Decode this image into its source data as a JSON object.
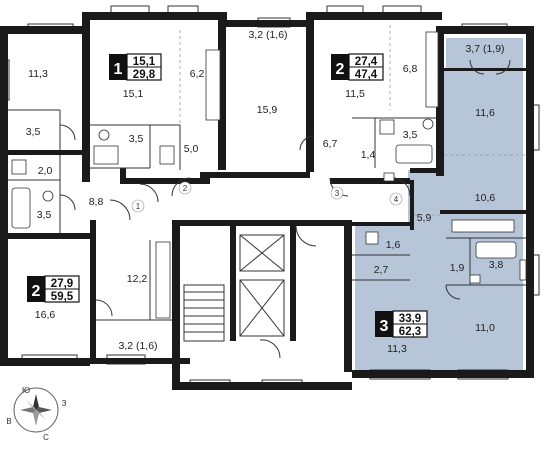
{
  "plan": {
    "highlight_color": "#b7c5d9",
    "wall_color": "#1a1a1a",
    "rooms": [
      {
        "id": "r1",
        "label": "11,3"
      },
      {
        "id": "r2",
        "label": "3,5"
      },
      {
        "id": "r3",
        "label": "2,0"
      },
      {
        "id": "r4",
        "label": "3,5"
      },
      {
        "id": "r5",
        "label": "8,8"
      },
      {
        "id": "r6",
        "label": "16,6"
      },
      {
        "id": "r7",
        "label": "12,2"
      },
      {
        "id": "r8",
        "label": "3,2 (1,6)"
      },
      {
        "id": "r9",
        "label": "15,1"
      },
      {
        "id": "r10",
        "label": "6,2"
      },
      {
        "id": "r11",
        "label": "3,5"
      },
      {
        "id": "r12",
        "label": "5,0"
      },
      {
        "id": "r13",
        "label": "3,2 (1,6)"
      },
      {
        "id": "r14",
        "label": "15,9"
      },
      {
        "id": "r15",
        "label": "6,7"
      },
      {
        "id": "r16",
        "label": "11,5"
      },
      {
        "id": "r17",
        "label": "6,8"
      },
      {
        "id": "r18",
        "label": "1,4"
      },
      {
        "id": "r19",
        "label": "3,5"
      },
      {
        "id": "r20",
        "label": "3,7 (1,9)"
      },
      {
        "id": "r21",
        "label": "11,6"
      },
      {
        "id": "r22",
        "label": "10,6"
      },
      {
        "id": "r23",
        "label": "5,9"
      },
      {
        "id": "r24",
        "label": "1,6"
      },
      {
        "id": "r25",
        "label": "2,7"
      },
      {
        "id": "r26",
        "label": "1,9"
      },
      {
        "id": "r27",
        "label": "3,8"
      },
      {
        "id": "r28",
        "label": "11,3"
      },
      {
        "id": "r29",
        "label": "11,0"
      }
    ],
    "apartments": [
      {
        "id": "apt-a",
        "rooms": "1",
        "area_living": "15,1",
        "area_total": "29,8"
      },
      {
        "id": "apt-b",
        "rooms": "2",
        "area_living": "27,4",
        "area_total": "47,4"
      },
      {
        "id": "apt-c",
        "rooms": "2",
        "area_living": "27,9",
        "area_total": "59,5"
      },
      {
        "id": "apt-d",
        "rooms": "3",
        "area_living": "33,9",
        "area_total": "62,3"
      }
    ],
    "doors": [
      "1",
      "2",
      "3",
      "4"
    ],
    "compass": {
      "n": "С",
      "s": "Ю",
      "e": "В",
      "w": "З"
    }
  }
}
